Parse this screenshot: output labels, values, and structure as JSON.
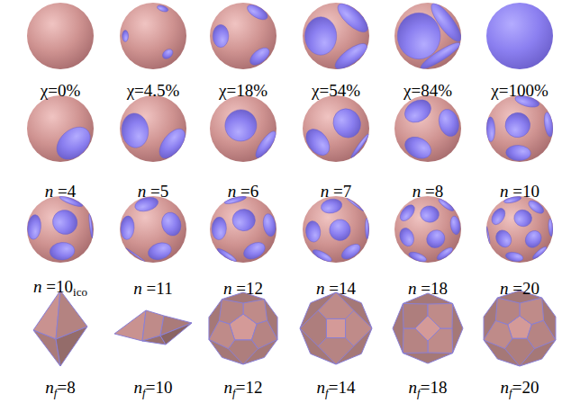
{
  "diagram": {
    "labels": [
      "χ=0%",
      "χ=4.5%",
      "χ=18%",
      "χ=54%",
      "χ=84%",
      "χ=100%",
      "n =4",
      "n =5",
      "n =6",
      "n =7",
      "n =8",
      "n =10",
      "n =10ico",
      "n =11",
      "n =12",
      "n =14",
      "n =18",
      "n =20",
      "nf=8",
      "nf=10",
      "nf=12",
      "nf=14",
      "nf=18",
      "nf=20"
    ]
  }
}
